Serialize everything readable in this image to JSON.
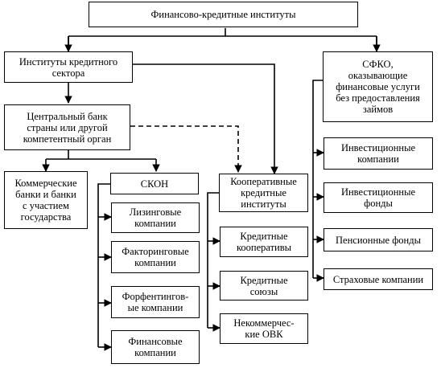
{
  "nodes": {
    "root": "Финансово-кредитные институты",
    "credit_sector": "Институты кредитного\nсектора",
    "sfko": "СФКО,\nоказывающие\nфинансовые услуги\nбез предоставления\nзаймов",
    "central_bank": "Центральный банк\nстраны или другой\nкомпетентный орган",
    "commercial_banks": "Коммерческие\nбанки и банки\nс участием\nгосударства",
    "skon": "СКОН",
    "leasing": "Лизинговые\nкомпании",
    "factoring": "Факторинговые\nкомпании",
    "forfaiting": "Форфентингов-\nые компании",
    "financial": "Финансовые\nкомпании",
    "coop_institutes": "Кооперативные\nкредитные\nинституты",
    "credit_coops": "Кредитные\nкооперативы",
    "credit_unions": "Кредитные\nсоюзы",
    "nonprofit": "Некоммерчес-\nкие ОВК",
    "inv_companies": "Инвестиционные\nкомпании",
    "inv_funds": "Инвестиционные\nфонды",
    "pension": "Пенсионные фонды",
    "insurance": "Страховые компании"
  }
}
